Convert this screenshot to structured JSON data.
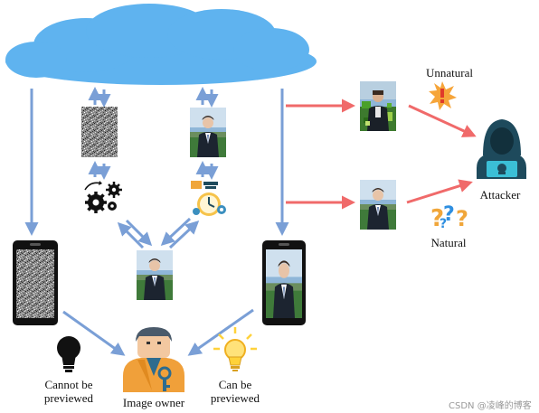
{
  "labels": {
    "unnatural": "Unnatural",
    "attacker": "Attacker",
    "natural": "Natural",
    "cannot_be_previewed_line1": "Cannot be",
    "cannot_be_previewed_line2": "previewed",
    "image_owner": "Image owner",
    "can_be_previewed_line1": "Can be",
    "can_be_previewed_line2": "previewed"
  },
  "watermark": "CSDN @凌峰的博客",
  "colors": {
    "cloud": "#5fb3ef",
    "blue_arrow": "#7a9fd6",
    "red_arrow": "#f06a6a",
    "phone": "#111111",
    "owner_suit": "#f0a03a",
    "owner_shirt": "#2e6c8e",
    "bulb_off": "#111111",
    "bulb_on": "#ffd23a",
    "attacker": "#1e4a5c",
    "attacker_face": "#3bbfd6",
    "warning": "#e03a2a",
    "question_blue": "#2f8fe0",
    "question_orange": "#f0a63a"
  },
  "icons": {
    "cloud": "cloud-icon",
    "gears": "gears-icon",
    "settings_clock": "settings-clock-icon",
    "bulb_off": "lightbulb-off-icon",
    "bulb_on": "lightbulb-on-icon",
    "owner": "image-owner-icon",
    "attacker": "attacker-icon",
    "warning": "warning-burst-icon",
    "question": "question-marks-icon"
  }
}
